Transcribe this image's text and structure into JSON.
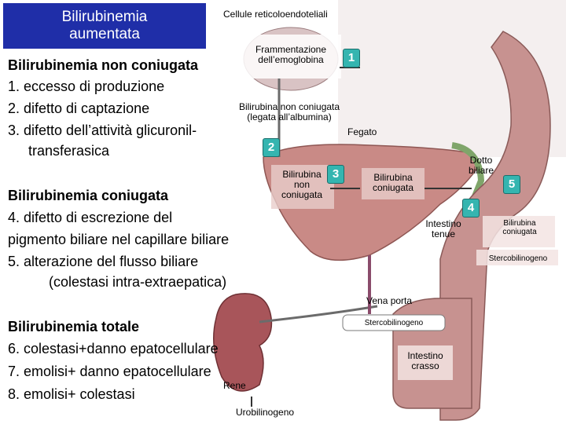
{
  "title": {
    "line1": "Bilirubinemia",
    "line2": "aumentata"
  },
  "left_text": {
    "unconj_heading": "Bilirubinemia non coniugata",
    "item1": "1. eccesso di produzione",
    "item2": "2. difetto di captazione",
    "item3a": "3. difetto dell’attività glicuronil-",
    "item3b": "transferasica",
    "conj_heading": "Bilirubinemia coniugata",
    "item4a": "4. difetto di escrezione del",
    "item4b": "pigmento biliare nel capillare biliare",
    "item5a": "5. alterazione del flusso biliare",
    "item5b": "(colestasi intra-extraepatica)",
    "total_heading": "Bilirubinemia totale",
    "item6": "6. colestasi+danno epatocellulare",
    "item7": "7. emolisi+ danno epatocellulare",
    "item8": "8. emolisi+ colestasi"
  },
  "diagram_labels": {
    "reticulo": "Cellule reticoloendoteliali",
    "fragm1": "Frammentazione",
    "fragm2": "dell’emoglobina",
    "bili_unconj1": "Bilirubina non coniugata",
    "bili_unconj2": "(legata all’albumina)",
    "fegato": "Fegato",
    "bili_non1": "Bilirubina",
    "bili_non2": "non",
    "bili_non3": "coniugata",
    "bili_conj1": "Bilirubina",
    "bili_conj2": "coniugata",
    "dotto1": "Dotto",
    "dotto2": "biliare",
    "intestino_tenue1": "Intestino",
    "intestino_tenue2": "tenue",
    "bili_conj_right1": "Bilirubina",
    "bili_conj_right2": "coniugata",
    "stercobilinogeno_right": "Stercobilinogeno",
    "vena_porta": "Vena porta",
    "stercobilinogeno_center": "Stercobilinogeno",
    "intestino_crasso1": "Intestino",
    "intestino_crasso2": "crasso",
    "rene": "Rene",
    "urobilinogeno": "Urobilinogeno"
  },
  "step_badges": [
    "1",
    "2",
    "3",
    "4",
    "5"
  ],
  "colors": {
    "title_bg": "#1f2ea8",
    "badge": "#35b5b0",
    "liver": "#c98a86",
    "intestine": "#c79290",
    "kidney": "#a8555a"
  }
}
